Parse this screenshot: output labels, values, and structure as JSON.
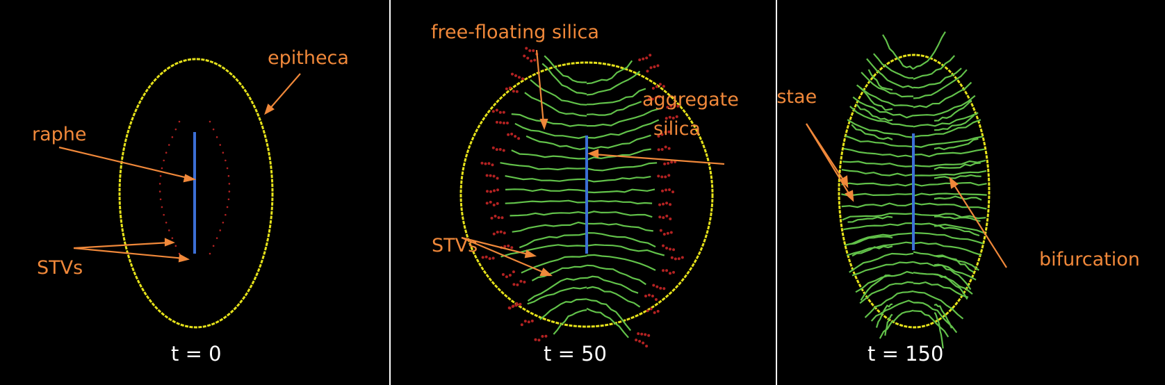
{
  "colors": {
    "background": "#000000",
    "epitheca": "#e6e21a",
    "raphe": "#3c6fd6",
    "silica_free": "#b32222",
    "costae": "#62c24a",
    "annotation": "#f0883a",
    "time_text": "#ffffff"
  },
  "panels": [
    {
      "time": "t = 0",
      "labels": {
        "epitheca": "epitheca",
        "raphe": "raphe",
        "stvs": "STVs"
      }
    },
    {
      "time": "t = 50",
      "labels": {
        "free_floating": "free-floating silica",
        "aggregate_1": "aggregate",
        "aggregate_2": "silica",
        "stvs": "STVs"
      }
    },
    {
      "time": "t = 150",
      "labels": {
        "costae": "costae",
        "bifurcation": "bifurcation"
      }
    }
  ]
}
